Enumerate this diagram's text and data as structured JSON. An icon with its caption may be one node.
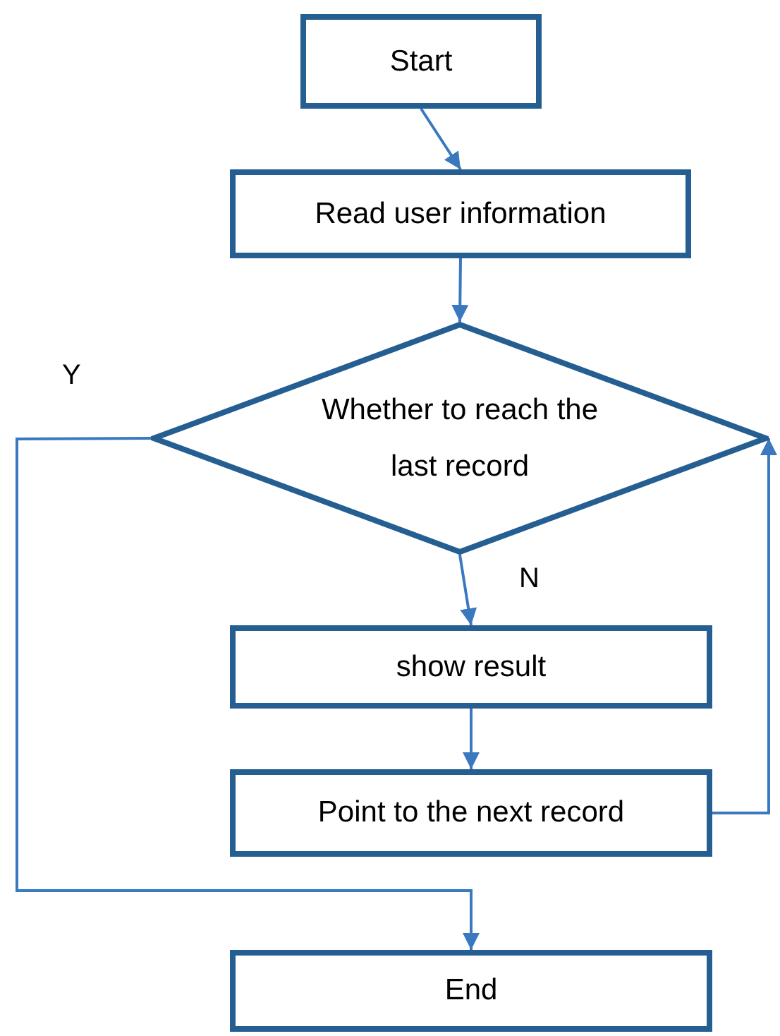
{
  "diagram": {
    "nodes": [
      {
        "text": [
          "Start"
        ]
      },
      {
        "text": [
          "Read user information"
        ]
      },
      {
        "text": [
          "Whether to reach the last record"
        ]
      },
      {
        "text": [
          "show result"
        ]
      },
      {
        "text": [
          "Point to the next record"
        ]
      },
      {
        "text": [
          "End"
        ]
      }
    ],
    "edges": [
      {
        "from": 0,
        "to": 1,
        "arrow": "to"
      },
      {
        "from": 1,
        "to": 2,
        "arrow": "to"
      },
      {
        "from": 2,
        "to": 3,
        "arrow": "to",
        "label": "N"
      },
      {
        "from": 3,
        "to": 4,
        "arrow": "to"
      },
      {
        "from": 4,
        "to": 2,
        "arrow": "to"
      },
      {
        "from": 2,
        "to": 5,
        "arrow": "to",
        "label": "Y"
      }
    ]
  }
}
